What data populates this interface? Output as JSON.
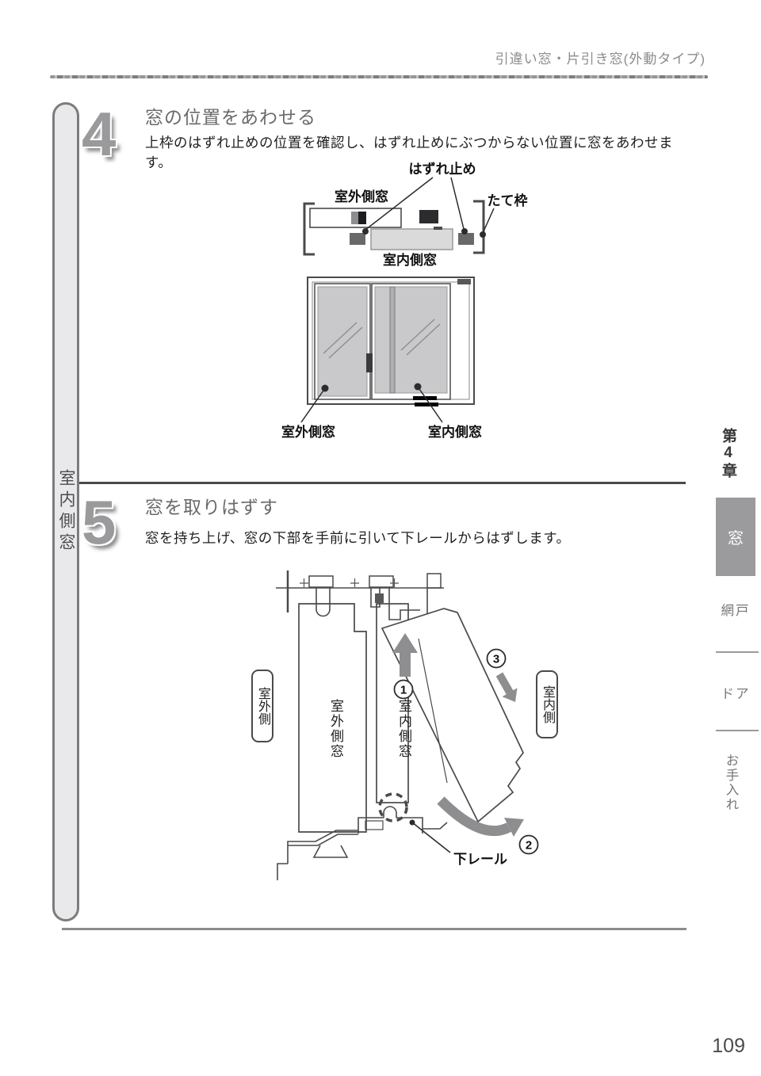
{
  "page": {
    "header": "引違い窓・片引き窓(外動タイプ)",
    "page_number": "109"
  },
  "sidebar_left": {
    "label": "室内側窓"
  },
  "steps": [
    {
      "number": "4",
      "title": "窓の位置をあわせる",
      "body": "上枠のはずれ止めの位置を確認し、はずれ止めにぶつからない位置に窓をあわせます。"
    },
    {
      "number": "5",
      "title": "窓を取りはずす",
      "body": "窓を持ち上げ、窓の下部を手前に引いて下レールからはずします。"
    }
  ],
  "diagram_top": {
    "labels": {
      "stopper": "はずれ止め",
      "outer_window": "室外側窓",
      "vertical_frame": "たて枠",
      "inner_window": "室内側窓"
    }
  },
  "diagram_front": {
    "labels": {
      "outer_window": "室外側窓",
      "inner_window": "室内側窓"
    }
  },
  "diagram_section": {
    "labels": {
      "outside": "室外側",
      "outer_window": "室外側窓",
      "inner_window": "室内側窓",
      "inside": "室内側",
      "lower_rail": "下レール"
    },
    "step_marks": [
      "1",
      "2",
      "3"
    ]
  },
  "sidebar_right": {
    "chapter": "第4章",
    "tabs": [
      {
        "label": "窓",
        "active": true
      },
      {
        "label": "網戸",
        "active": false
      },
      {
        "label": "ドア",
        "active": false
      },
      {
        "label": "お手入れ",
        "active": false
      }
    ]
  },
  "colors": {
    "accent_gray": "#9b9b9d",
    "stroke": "#4a4a4a",
    "glass": "#c9c9cb",
    "arrow": "#8e8e90"
  }
}
